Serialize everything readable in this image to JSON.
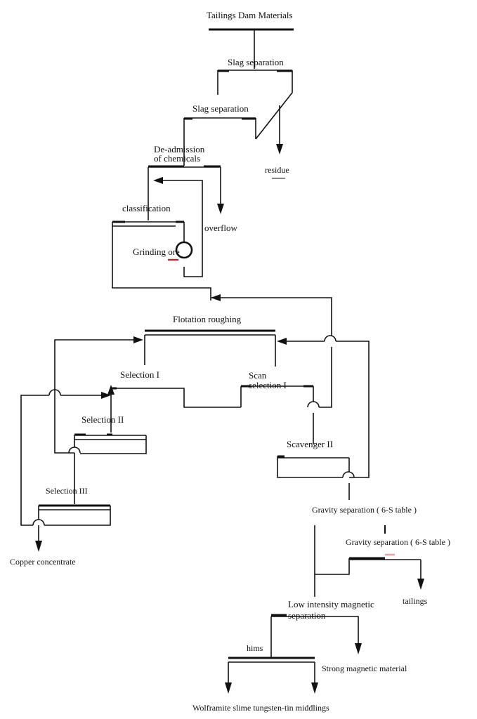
{
  "diagram": {
    "nodes": {
      "tailings_dam": "Tailings Dam Materials",
      "slag_sep_1": "Slag separation",
      "slag_sep_2": "Slag separation",
      "residue": "residue",
      "deadmission_1": "De-admission",
      "deadmission_2": "of chemicals",
      "overflow": "overflow",
      "classification": "classification",
      "grinding": "Grinding ore",
      "flotation_roughing": "Flotation roughing",
      "selection_1": "Selection I",
      "scan_1": "Scan",
      "scan_2": "selection I",
      "selection_2": "Selection II",
      "scavenger_2": "Scavenger II",
      "selection_3": "Selection III",
      "copper_concentrate": "Copper concentrate",
      "gravity_1": "Gravity separation ( 6-S table )",
      "gravity_2": "Gravity separation ( 6-S table )",
      "tailings": "tailings",
      "lims_1": "Low intensity magnetic",
      "lims_2": "separation",
      "hims": "hims",
      "strong_magnetic": "Strong magnetic material",
      "wolframite": "Wolframite slime tungsten-tin middlings"
    },
    "colors": {
      "line": "#111111",
      "accent_red": "#b8262c",
      "accent_pink": "#e3a3a8"
    }
  }
}
